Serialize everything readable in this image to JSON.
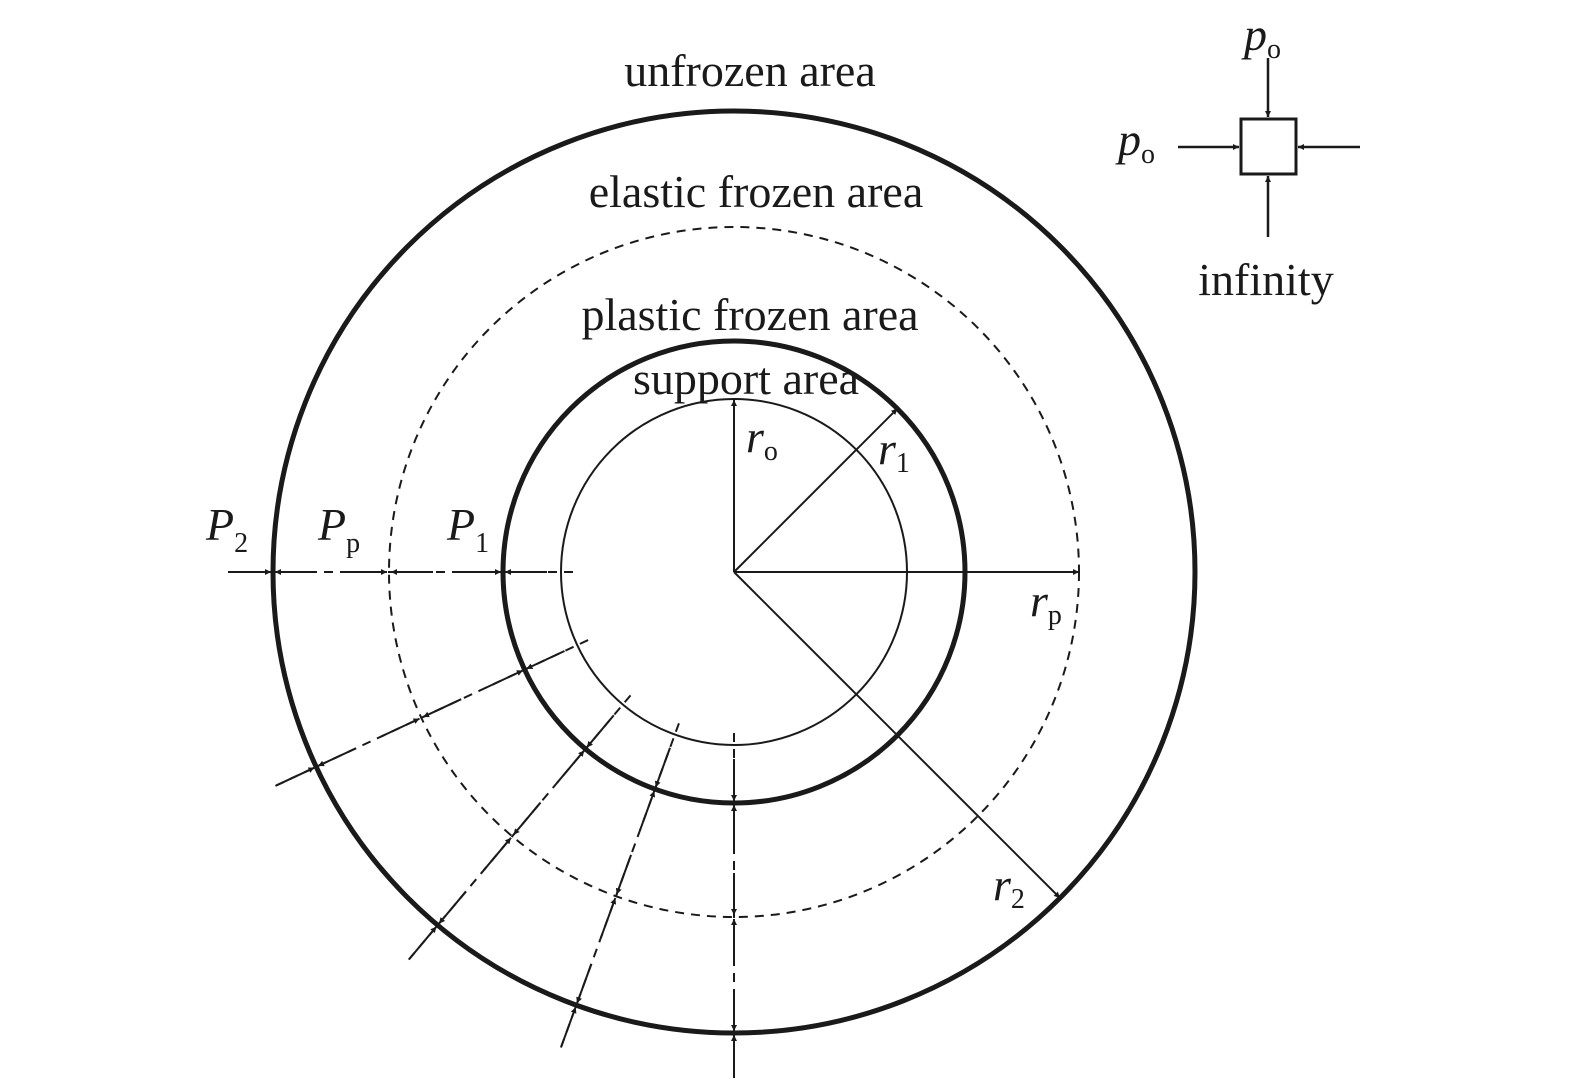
{
  "areas": {
    "unfrozen": "unfrozen area",
    "elastic": "elastic frozen area",
    "plastic": "plastic frozen area",
    "support": "support area"
  },
  "radii": {
    "r_o": {
      "var": "r",
      "sub": "o"
    },
    "r_1": {
      "var": "r",
      "sub": "1"
    },
    "r_p": {
      "var": "r",
      "sub": "p"
    },
    "r_2": {
      "var": "r",
      "sub": "2"
    }
  },
  "pressures": {
    "P_2": {
      "var": "P",
      "sub": "2"
    },
    "P_p": {
      "var": "P",
      "sub": "p"
    },
    "P_1": {
      "var": "P",
      "sub": "1"
    }
  },
  "boundary": {
    "p_o_top": {
      "var": "p",
      "sub": "o"
    },
    "p_o_left": {
      "var": "p",
      "sub": "o"
    },
    "infinity": "infinity"
  }
}
